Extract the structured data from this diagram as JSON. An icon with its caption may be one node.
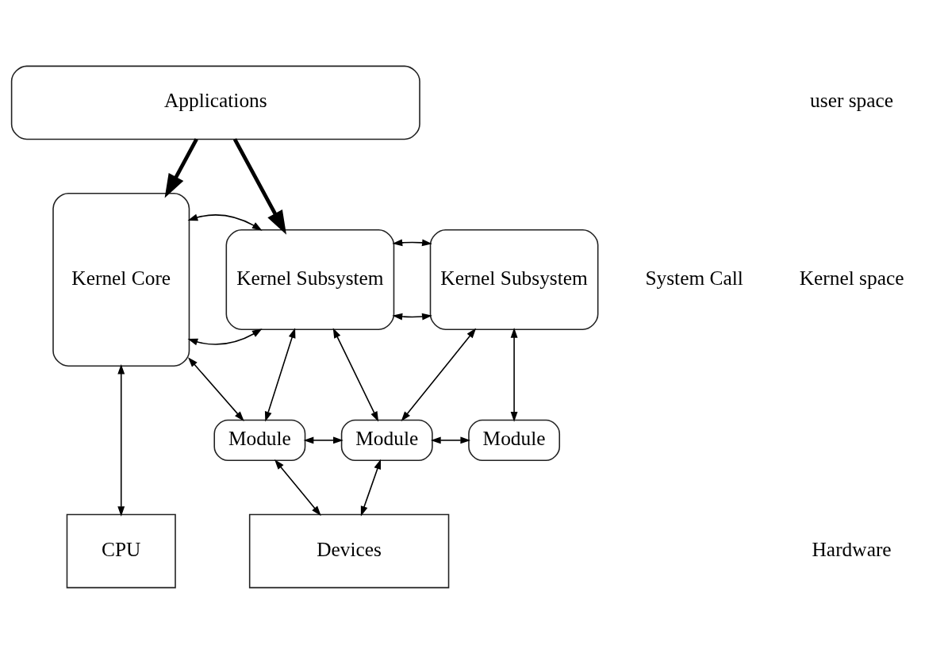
{
  "diagram": {
    "nodes": [
      {
        "text": [
          "Applications"
        ]
      },
      {
        "text": [
          "Kernel Core"
        ]
      },
      {
        "text": [
          "Kernel Subsystem"
        ]
      },
      {
        "text": [
          "Kernel Subsystem"
        ]
      },
      {
        "text": [
          "Module"
        ]
      },
      {
        "text": [
          "Module"
        ]
      },
      {
        "text": [
          "Module"
        ]
      },
      {
        "text": [
          "CPU"
        ]
      },
      {
        "text": [
          "Devices"
        ]
      }
    ],
    "edges": [
      {
        "from": 0,
        "to": 1,
        "arrow": "to",
        "style": "thick"
      },
      {
        "from": 0,
        "to": 2,
        "arrow": "to",
        "style": "thick"
      },
      {
        "from": 1,
        "to": 2,
        "arrow": "both"
      },
      {
        "from": 1,
        "to": 2,
        "arrow": "both"
      },
      {
        "from": 2,
        "to": 3,
        "arrow": "both"
      },
      {
        "from": 2,
        "to": 3,
        "arrow": "both"
      },
      {
        "from": 1,
        "to": 4,
        "arrow": "both"
      },
      {
        "from": 2,
        "to": 4,
        "arrow": "both"
      },
      {
        "from": 2,
        "to": 5,
        "arrow": "both"
      },
      {
        "from": 3,
        "to": 5,
        "arrow": "both"
      },
      {
        "from": 3,
        "to": 6,
        "arrow": "both"
      },
      {
        "from": 4,
        "to": 5,
        "arrow": "both"
      },
      {
        "from": 5,
        "to": 6,
        "arrow": "both"
      },
      {
        "from": 1,
        "to": 7,
        "arrow": "both"
      },
      {
        "from": 4,
        "to": 8,
        "arrow": "both"
      },
      {
        "from": 5,
        "to": 8,
        "arrow": "both"
      }
    ],
    "labels": [
      "user space",
      "System Call",
      "Kernel space",
      "Hardware"
    ]
  }
}
